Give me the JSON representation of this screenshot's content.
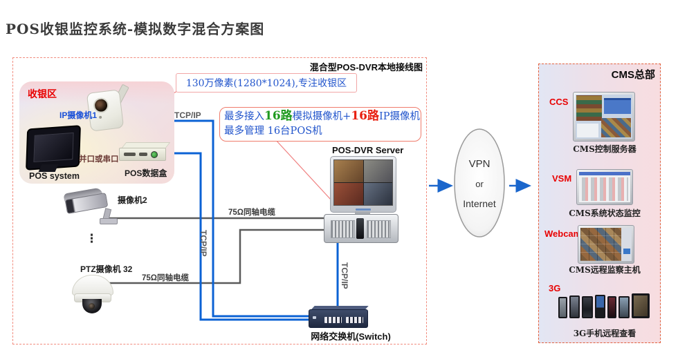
{
  "title": "POS收银监控系统-模拟数字混合方案图",
  "local_box": {
    "heading": "混合型POS-DVR本地接线图",
    "cashier_zone": {
      "label": "收银区",
      "ip_camera": "IP摄像机1",
      "pos_system": "POS system",
      "pos_databox": "POS数据盒",
      "port_link": "并口或串口"
    },
    "notes": {
      "pixel": "130万像素(1280*1024),专注收银区",
      "capacity": {
        "p1": "最多接入",
        "p2": "16路",
        "p3": "模拟摄像机+",
        "p4": "16路",
        "p5": "IP摄像机",
        "line2": "最多管理 16台POS机"
      }
    },
    "devices": {
      "camera2": "摄像机2",
      "ptz": "PTZ摄像机 32",
      "server": "POS-DVR Server",
      "switch": "网络交换机(Switch)"
    },
    "links": {
      "tcpip": "TCP/IP",
      "coax": "75Ω同轴电缆",
      "dots": "⋮"
    }
  },
  "cloud": {
    "l1": "VPN",
    "l2": "or",
    "l3": "Internet"
  },
  "cms": {
    "title": "CMS总部",
    "items": [
      {
        "tag": "CCS",
        "caption": "CMS控制服务器"
      },
      {
        "tag": "VSM",
        "caption": "CMS系统状态监控"
      },
      {
        "tag": "Webcam",
        "caption": "CMS远程监察主机"
      },
      {
        "tag": "3G",
        "caption": "3G手机远程查看"
      }
    ]
  },
  "colors": {
    "line_blue": "#0b62d4",
    "line_gray": "#5a5a5a",
    "line_red": "#e02818",
    "annotation_red": "#f08080",
    "main_border": "#f28b7d",
    "cms_border": "#e2603c",
    "accent_green": "#1f9a1f",
    "accent_red": "#e82010",
    "note_text_blue": "#2255cc",
    "label_red": "#e80000",
    "ip_label_blue": "#1a50d8"
  }
}
